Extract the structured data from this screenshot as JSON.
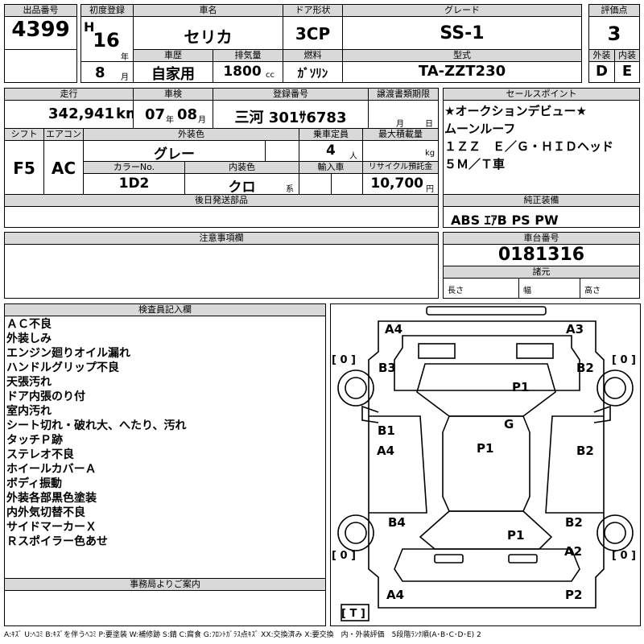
{
  "header": {
    "lot_no_label": "出品番号",
    "lot_no": "4399",
    "first_reg_label": "初度登録",
    "era": "H",
    "year": "16",
    "year_unit": "年",
    "month": "8",
    "month_unit": "月",
    "car_name_label": "車名",
    "car_name": "セリカ",
    "door_label": "ドア形状",
    "door": "3CP",
    "grade_label": "グレード",
    "grade": "SS-1",
    "score_label": "評価点",
    "score": "3",
    "history_label": "車歴",
    "history": "自家用",
    "displacement_label": "排気量",
    "displacement": "1800",
    "displacement_unit": "cc",
    "fuel_label": "燃料",
    "fuel": "ｶﾞｿﾘﾝ",
    "model_label": "型式",
    "model": "TA-ZZT230",
    "exterior_label": "外装",
    "exterior": "D",
    "interior_label": "内装",
    "interior": "E"
  },
  "row2": {
    "mileage_label": "走行",
    "mileage": "342,941",
    "mileage_unit": "km",
    "inspection_label": "車検",
    "insp_year": "07",
    "insp_year_unit": "年",
    "insp_month": "08",
    "insp_month_unit": "月",
    "reg_no_label": "登録番号",
    "reg_no": "三河 301ｻ6783",
    "transfer_label": "譲渡書類期限",
    "transfer_month_unit": "月",
    "transfer_day_unit": "日",
    "shift_label": "シフト",
    "shift": "F5",
    "aircon_label": "エアコン",
    "aircon": "AC",
    "color_label": "外装色",
    "color": "グレー",
    "capacity_label": "乗車定員",
    "capacity": "4",
    "capacity_unit": "人",
    "load_label": "最大積載量",
    "load_unit": "kg",
    "color_no_label": "カラーNo.",
    "color_no": "1D2",
    "interior_color_label": "内装色",
    "interior_color": "クロ",
    "interior_color_unit": "系",
    "import_label": "輸入車",
    "recycle_label": "リサイクル預託金",
    "recycle": "10,700",
    "recycle_unit": "円"
  },
  "sales_points": {
    "label": "セールスポイント",
    "lines": [
      "★オークションデビュー★",
      "ムーンルーフ",
      "１ＺＺ　Ｅ／Ｇ・ＨＩＤヘッド",
      "５Ｍ／Ｔ車"
    ]
  },
  "genuine": {
    "label": "純正装備",
    "value": "ABS ｴｱB PS PW"
  },
  "later_parts": {
    "label": "後日発送部品"
  },
  "cautions": {
    "label": "注意事項欄"
  },
  "chassis": {
    "label": "車台番号",
    "value": "0181316",
    "spec_label": "諸元",
    "length_label": "長さ",
    "width_label": "幅",
    "height_label": "高さ"
  },
  "inspector": {
    "label": "検査員記入欄",
    "notes": [
      "ＡＣ不良",
      "外装しみ",
      "エンジン廻りオイル漏れ",
      "ハンドルグリップ不良",
      "天張汚れ",
      "ドア内張のり付",
      "室内汚れ",
      "シート切れ・破れ大、へたり、汚れ",
      "タッチＰ跡",
      "ステレオ不良",
      "ホイールカバーＡ",
      "ボディ振動",
      "外装各部黒色塗装",
      "内外気切替不良",
      "サイドマーカーＸ",
      "Ｒスポイラー色あせ"
    ]
  },
  "office": {
    "label": "事務局よりご案内"
  },
  "legend": "A:ｷｽﾞ U:ﾍｺﾐ B:ｷｽﾞを伴うﾍｺﾐ P:要塗装 W:補修跡 S:錆 C:腐食 G:ﾌﾛﾝﾄｶﾞﾗｽ点ｷｽﾞ XX:交換済み X:要交換　内・外装評価　5段階ﾗﾝｸ順(A･B･C･D･E) 2",
  "diagram": {
    "labels": {
      "a4_top": "A4",
      "a3_top": "A3",
      "b3": "B3",
      "b2_top": "B2",
      "p1_hood": "P1",
      "g": "G",
      "b1": "B1",
      "a4_left": "A4",
      "p1_roof": "P1",
      "b2_right": "B2",
      "b4": "B4",
      "b2_rear": "B2",
      "p1_trunk": "P1",
      "a2": "A2",
      "a4_bottom": "A4",
      "p2": "P2",
      "tire_fl": "[ 0 ]",
      "tire_fr": "[ 0 ]",
      "tire_rl": "[ 0 ]",
      "tire_rr": "[ 0 ]",
      "spare": "[ T ]"
    }
  }
}
